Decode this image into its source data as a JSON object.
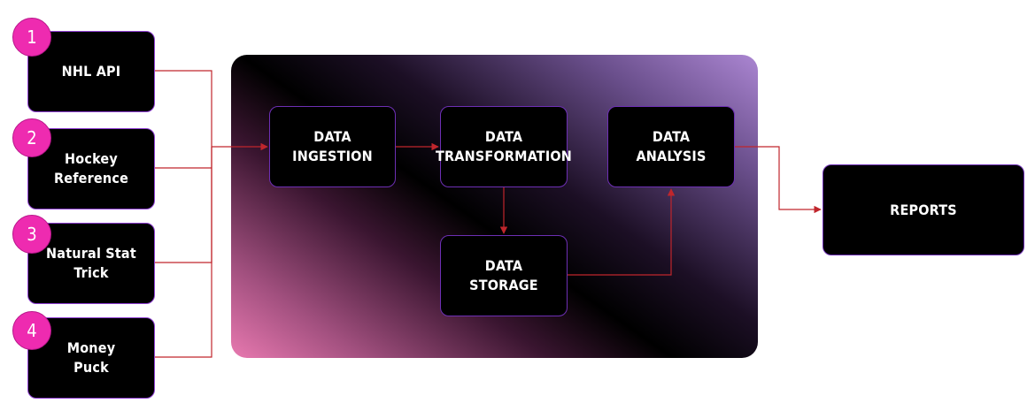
{
  "sources": [
    {
      "number": "1",
      "label": "NHL API"
    },
    {
      "number": "2",
      "label": "Hockey\nReference"
    },
    {
      "number": "3",
      "label": "Natural Stat\nTrick"
    },
    {
      "number": "4",
      "label": "Money\nPuck"
    }
  ],
  "pipeline": {
    "ingestion": "DATA\nINGESTION",
    "transformation": "DATA\nTRANSFORMATION",
    "storage": "DATA\nSTORAGE",
    "analysis": "DATA\nANALYSIS"
  },
  "output": {
    "reports": "REPORTS"
  },
  "colors": {
    "connector": "#c0262c",
    "badge": "#ee2bb0",
    "box_border": "#6d2fb4"
  }
}
